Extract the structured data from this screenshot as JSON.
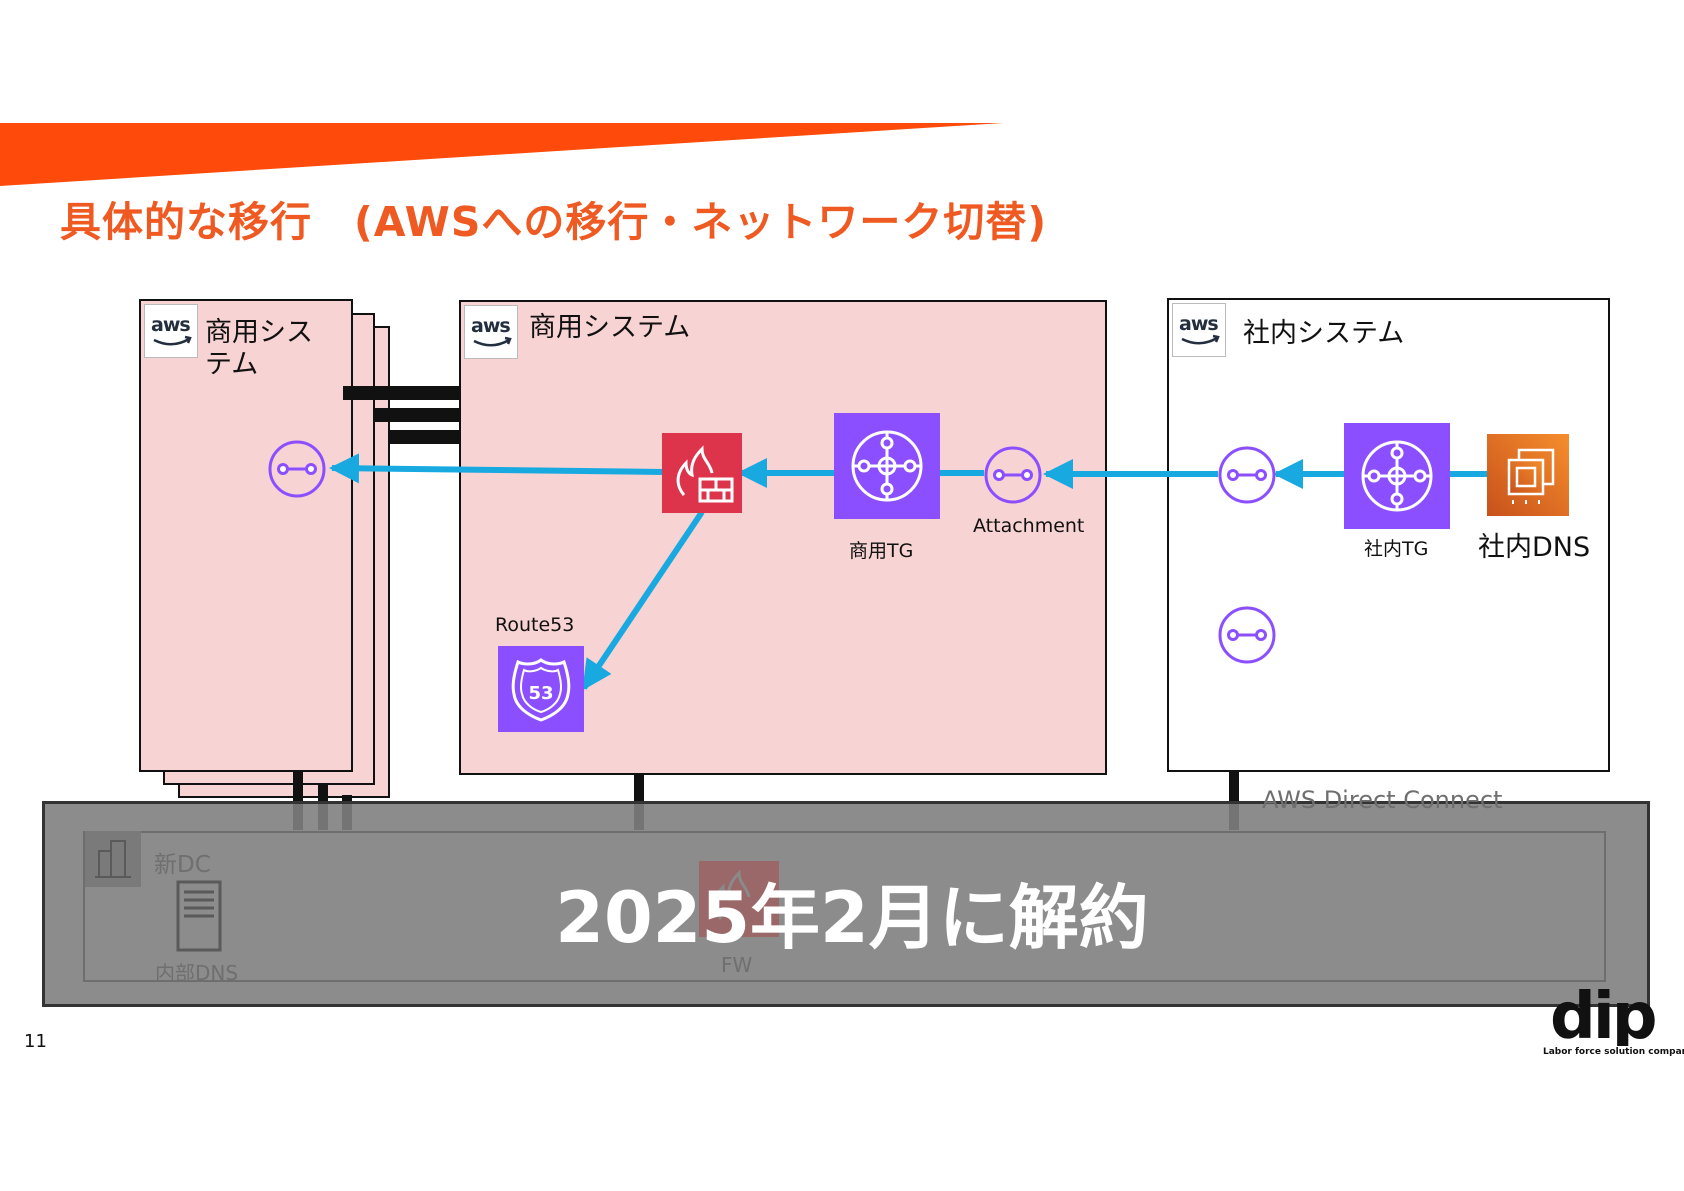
{
  "header": {
    "title": "具体的な移行　(AWSへの移行・ネットワーク切替)"
  },
  "colors": {
    "accent": "#ef5a22",
    "pink_fill": "#f7d3d4",
    "arrow": "#19a9e1",
    "purple": "#8c4fff",
    "firewall": "#dd344c",
    "ec2": "#ed7100"
  },
  "aws_badge": "aws",
  "accounts": {
    "left": {
      "label": "商用システム"
    },
    "center": {
      "label": "商用システム"
    },
    "right": {
      "label": "社内システム"
    }
  },
  "nodes": {
    "route53": {
      "label": "Route53",
      "glyph": "53",
      "icon": "route53-icon"
    },
    "firewall": {
      "icon": "network-firewall-icon"
    },
    "commercial_tg": {
      "label": "商用TG",
      "icon": "transit-gateway-icon"
    },
    "attachment": {
      "label": "Attachment",
      "icon": "attachment-icon"
    },
    "internal_tg": {
      "label": "社内TG",
      "icon": "transit-gateway-icon"
    },
    "internal_dns": {
      "label": "社内DNS",
      "icon": "ec2-instances-icon"
    }
  },
  "overlay": {
    "direct_connect": "AWS Direct Connect",
    "datacenter": "新DC",
    "internal_dns": "内部DNS",
    "fw": "FW",
    "message": "2025年2月に解約"
  },
  "footer": {
    "page_number": "11",
    "logo": "dip",
    "tagline": "Labor force solution company"
  }
}
